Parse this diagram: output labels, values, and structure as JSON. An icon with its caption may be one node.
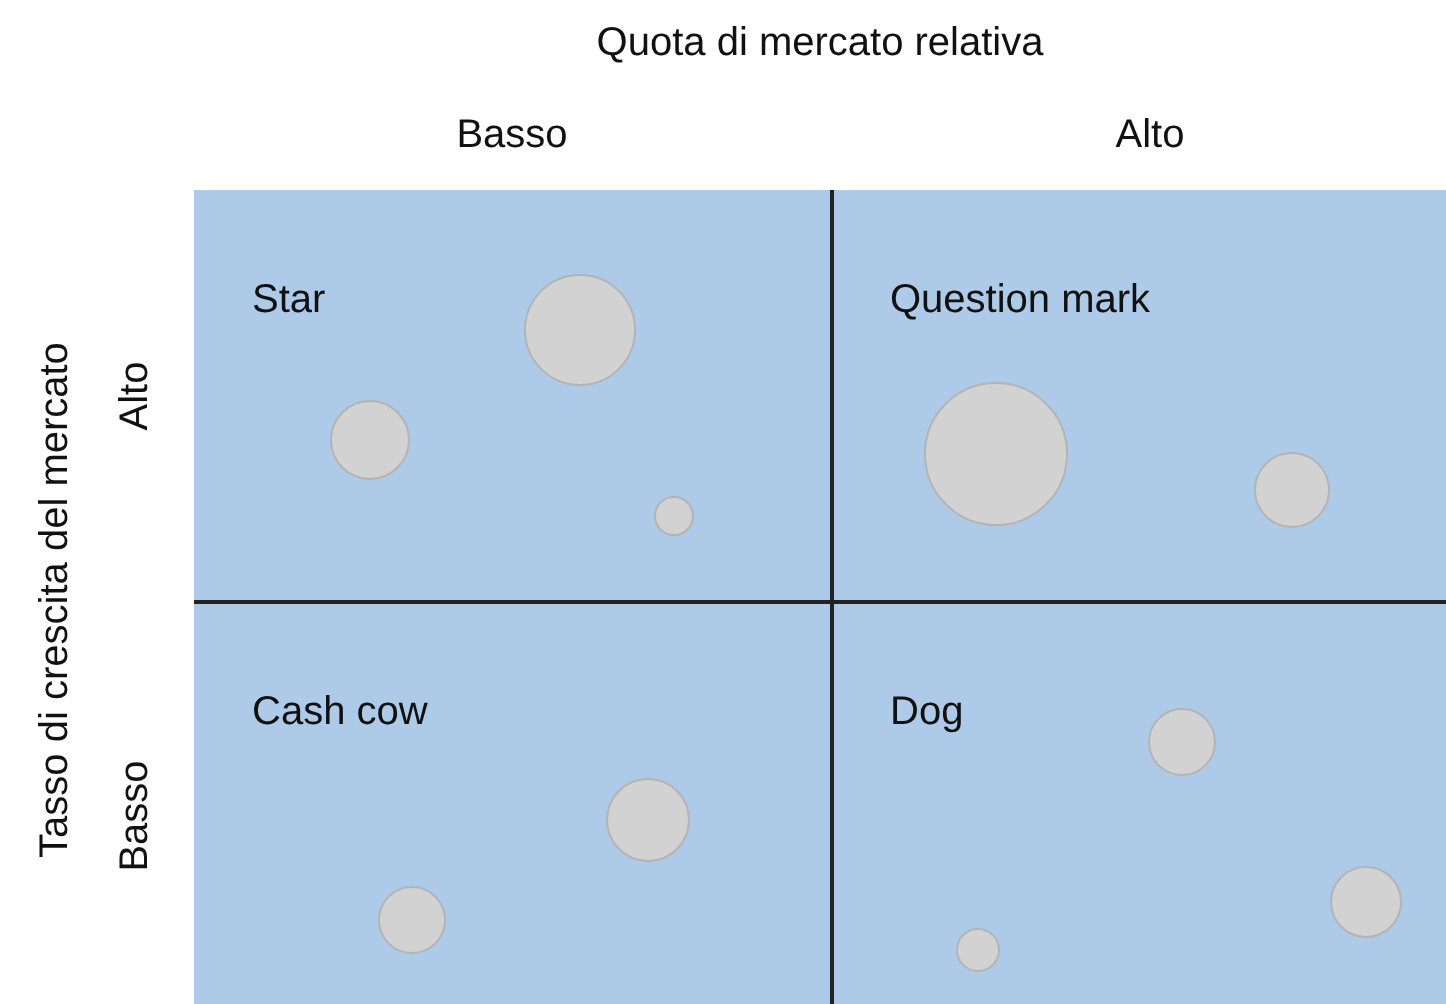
{
  "diagram": {
    "nodes": [
      {
        "text": [
          "Star"
        ]
      },
      {
        "text": [],
        "shape": "circle",
        "in": 0
      },
      {
        "text": [],
        "shape": "circle",
        "in": 0
      },
      {
        "text": [],
        "shape": "circle",
        "in": 0
      },
      {
        "text": [
          "Question mark"
        ]
      },
      {
        "text": [],
        "shape": "circle",
        "in": 4
      },
      {
        "text": [],
        "shape": "circle",
        "in": 4
      },
      {
        "text": [
          "Cash cow"
        ]
      },
      {
        "text": [],
        "shape": "circle",
        "in": 7
      },
      {
        "text": [],
        "shape": "circle",
        "in": 7
      },
      {
        "text": [
          "Dog"
        ]
      },
      {
        "text": [],
        "shape": "circle",
        "in": 10
      },
      {
        "text": [],
        "shape": "circle",
        "in": 10
      },
      {
        "text": [],
        "shape": "circle",
        "in": 10
      }
    ],
    "labels": [
      "Quota di mercato relativa",
      "Basso",
      "Alto",
      "Tasso di crescita del mercato",
      "Alto",
      "Basso"
    ]
  }
}
